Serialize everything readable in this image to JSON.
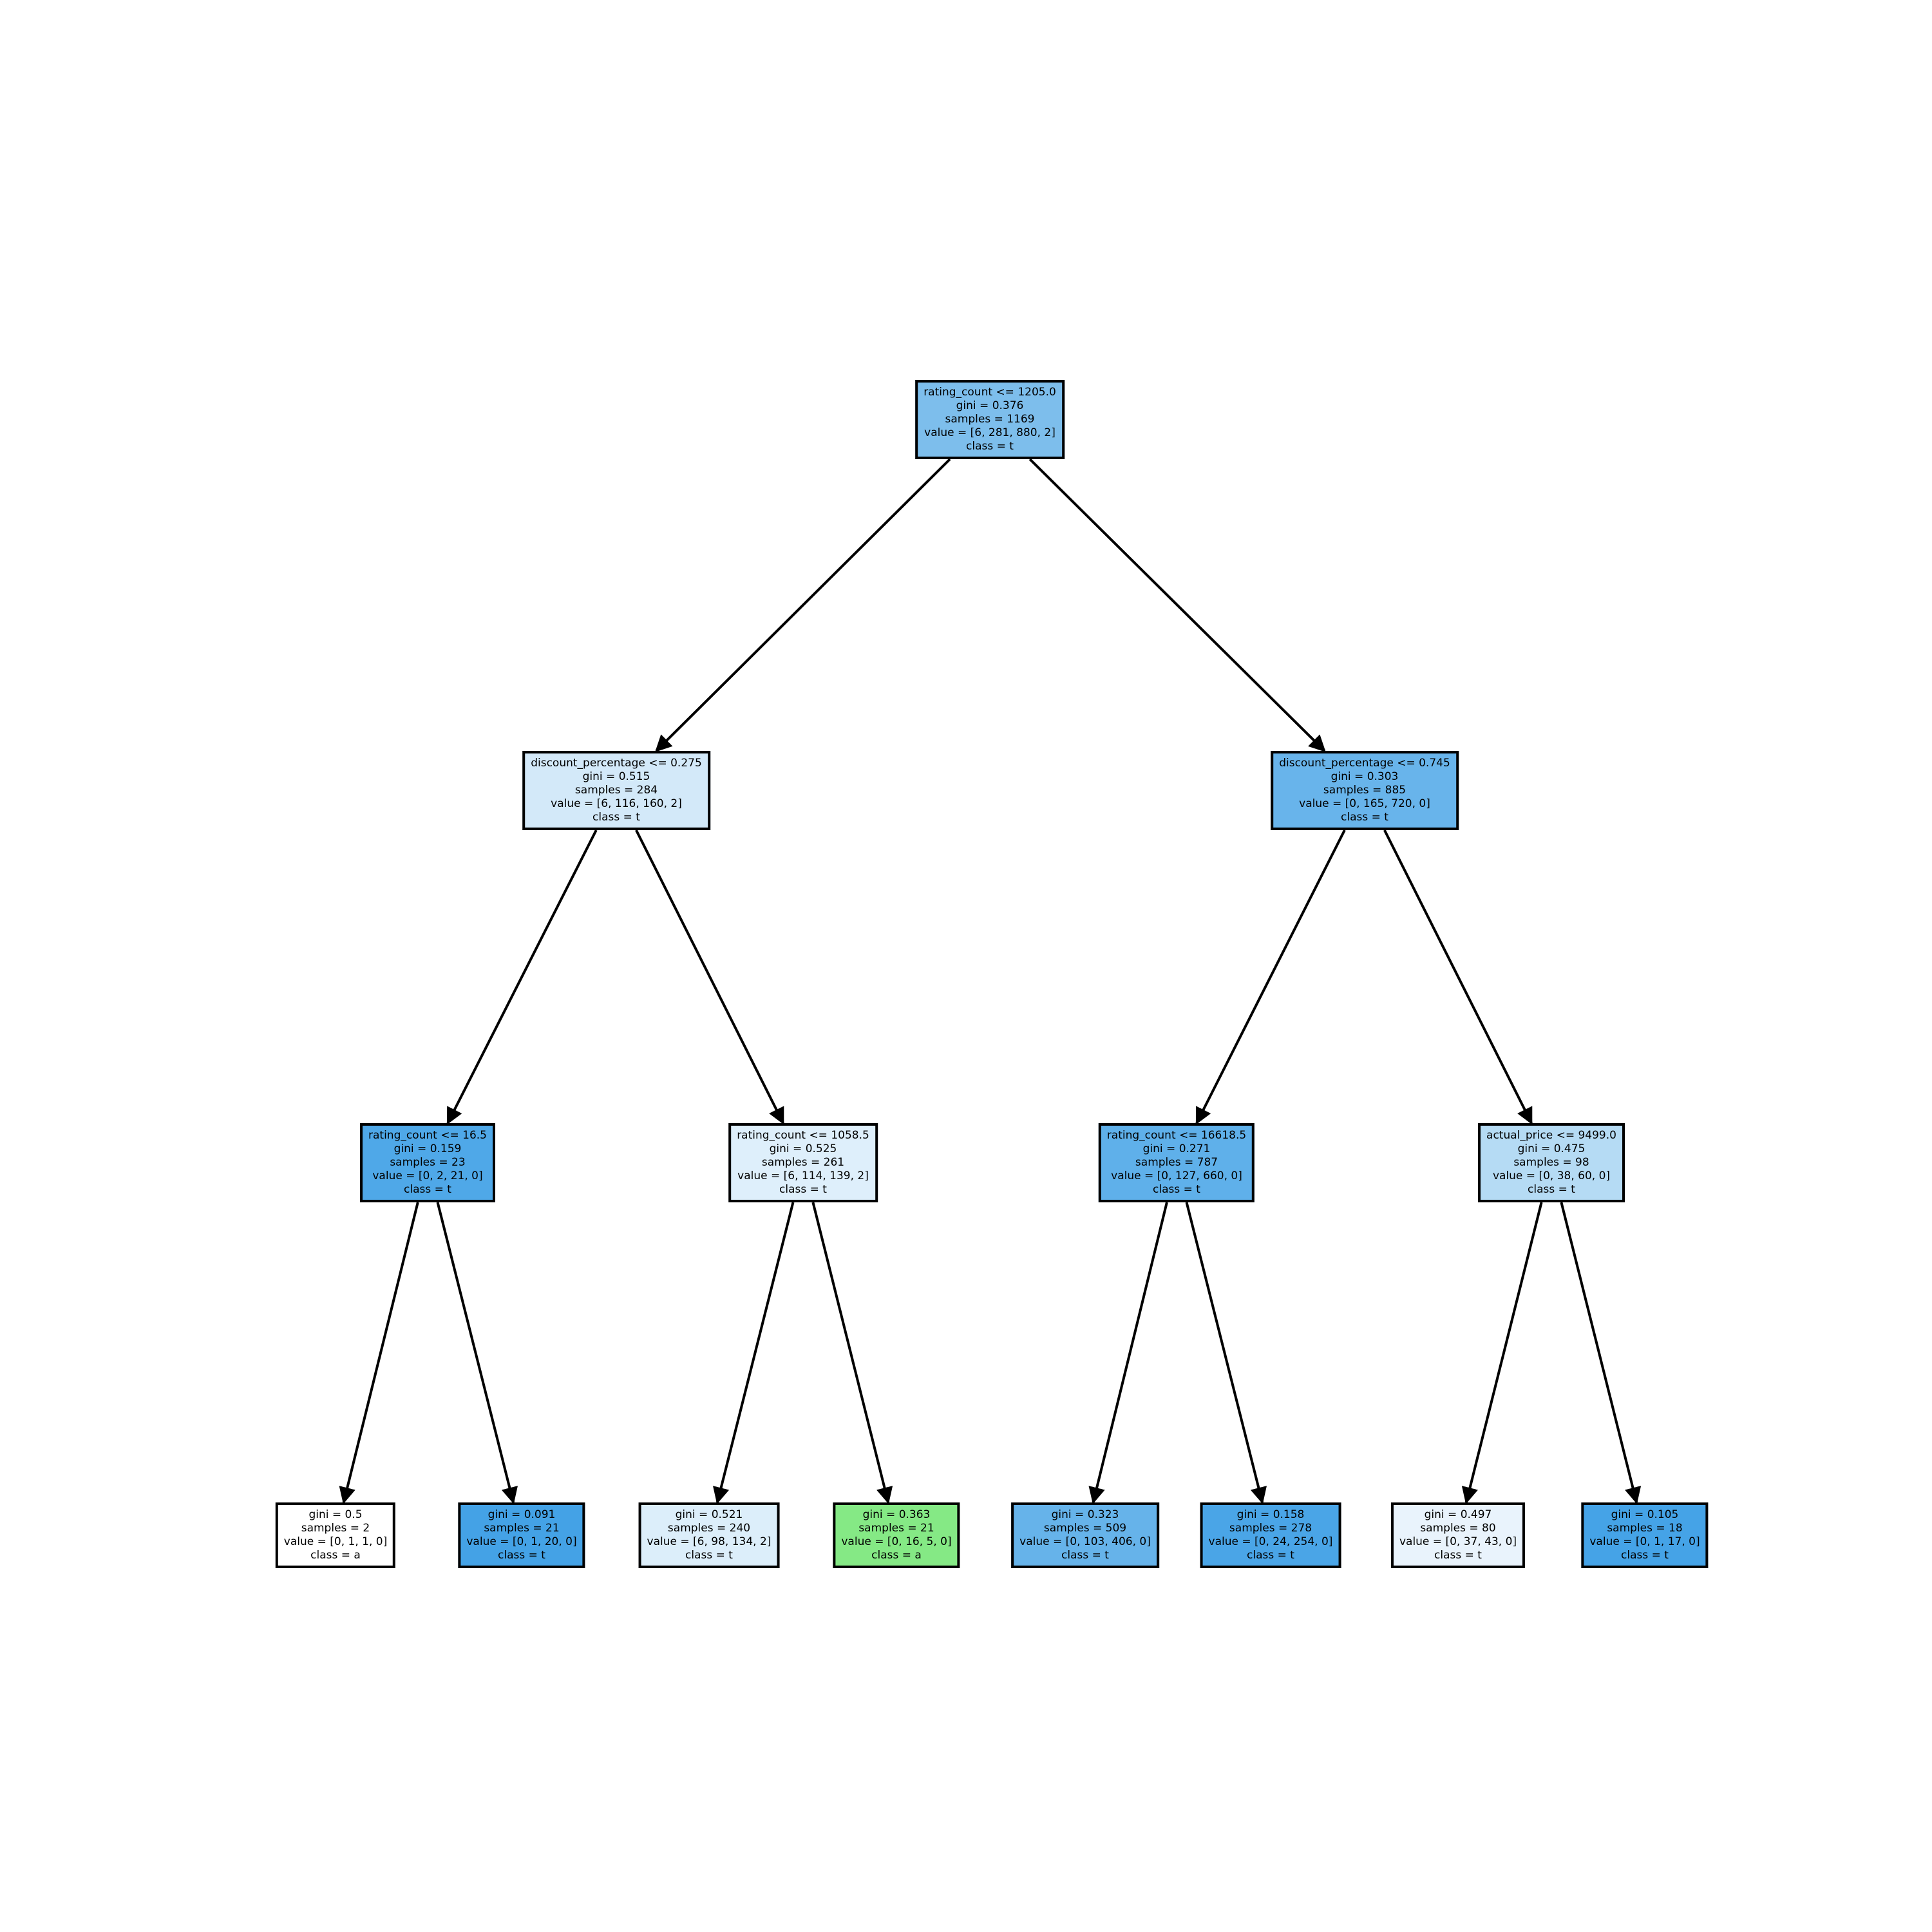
{
  "figure": {
    "background_color": "#ffffff",
    "edge_color": "#000000",
    "node_border_color": "#000000",
    "class_color_blue": "#399de5",
    "class_color_green": "#85e985"
  },
  "tree": {
    "nodes": [
      {
        "role": "internal",
        "fill": "#7dbeec",
        "lines": [
          "rating_count <= 1205.0",
          "gini = 0.376",
          "samples = 1169",
          "value = [6, 281, 880, 2]",
          "class = t"
        ]
      },
      {
        "role": "internal",
        "fill": "#d3e9f9",
        "lines": [
          "discount_percentage <= 0.275",
          "gini = 0.515",
          "samples = 284",
          "value = [6, 116, 160, 2]",
          "class = t"
        ]
      },
      {
        "role": "internal",
        "fill": "#68b4eb",
        "lines": [
          "discount_percentage <= 0.745",
          "gini = 0.303",
          "samples = 885",
          "value = [0, 165, 720, 0]",
          "class = t"
        ]
      },
      {
        "role": "internal",
        "fill": "#4fa8e8",
        "lines": [
          "rating_count <= 16.5",
          "gini = 0.159",
          "samples = 23",
          "value = [0, 2, 21, 0]",
          "class = t"
        ]
      },
      {
        "role": "internal",
        "fill": "#deeffb",
        "lines": [
          "rating_count <= 1058.5",
          "gini = 0.525",
          "samples = 261",
          "value = [6, 114, 139, 2]",
          "class = t"
        ]
      },
      {
        "role": "internal",
        "fill": "#5fb0ea",
        "lines": [
          "rating_count <= 16618.5",
          "gini = 0.271",
          "samples = 787",
          "value = [0, 127, 660, 0]",
          "class = t"
        ]
      },
      {
        "role": "internal",
        "fill": "#b5dbf4",
        "lines": [
          "actual_price <= 9499.0",
          "gini = 0.475",
          "samples = 98",
          "value = [0, 38, 60, 0]",
          "class = t"
        ]
      },
      {
        "role": "leaf",
        "fill": "#ffffff",
        "lines": [
          "gini = 0.5",
          "samples = 2",
          "value = [0, 1, 1, 0]",
          "class = a"
        ]
      },
      {
        "role": "leaf",
        "fill": "#44a2e6",
        "lines": [
          "gini = 0.091",
          "samples = 21",
          "value = [0, 1, 20, 0]",
          "class = t"
        ]
      },
      {
        "role": "leaf",
        "fill": "#dceefa",
        "lines": [
          "gini = 0.521",
          "samples = 240",
          "value = [6, 98, 134, 2]",
          "class = t"
        ]
      },
      {
        "role": "leaf",
        "fill": "#85e985",
        "lines": [
          "gini = 0.363",
          "samples = 21",
          "value = [0, 16, 5, 0]",
          "class = a"
        ]
      },
      {
        "role": "leaf",
        "fill": "#66b3ea",
        "lines": [
          "gini = 0.323",
          "samples = 509",
          "value = [0, 103, 406, 0]",
          "class = t"
        ]
      },
      {
        "role": "leaf",
        "fill": "#4aa5e7",
        "lines": [
          "gini = 0.158",
          "samples = 278",
          "value = [0, 24, 254, 0]",
          "class = t"
        ]
      },
      {
        "role": "leaf",
        "fill": "#e9f3fc",
        "lines": [
          "gini = 0.497",
          "samples = 80",
          "value = [0, 37, 43, 0]",
          "class = t"
        ]
      },
      {
        "role": "leaf",
        "fill": "#45a3e7",
        "lines": [
          "gini = 0.105",
          "samples = 18",
          "value = [0, 1, 17, 0]",
          "class = t"
        ]
      }
    ],
    "edges": [
      [
        0,
        1
      ],
      [
        0,
        2
      ],
      [
        1,
        3
      ],
      [
        1,
        4
      ],
      [
        2,
        5
      ],
      [
        2,
        6
      ],
      [
        3,
        7
      ],
      [
        3,
        8
      ],
      [
        4,
        9
      ],
      [
        4,
        10
      ],
      [
        5,
        11
      ],
      [
        5,
        12
      ],
      [
        6,
        13
      ],
      [
        6,
        14
      ]
    ]
  }
}
